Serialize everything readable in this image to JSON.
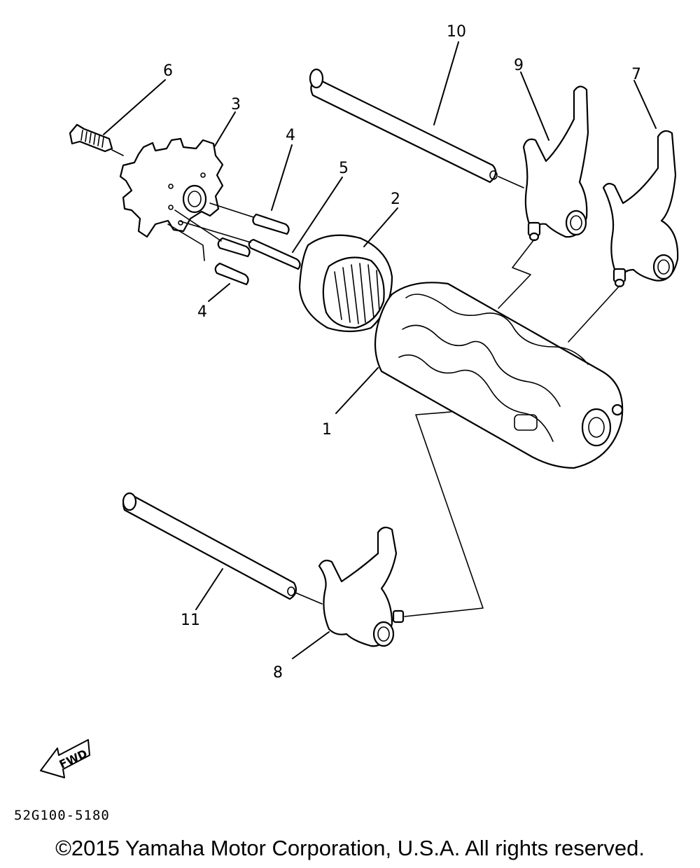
{
  "callouts": {
    "c1": "1",
    "c2": "2",
    "c3": "3",
    "c4a": "4",
    "c4b": "4",
    "c5": "5",
    "c6": "6",
    "c7": "7",
    "c8": "8",
    "c9": "9",
    "c10": "10",
    "c11": "11"
  },
  "fwd_label": "FWD",
  "part_number": "52G100-5180",
  "copyright": "©2015 Yamaha Motor Corporation, U.S.A. All rights reserved."
}
